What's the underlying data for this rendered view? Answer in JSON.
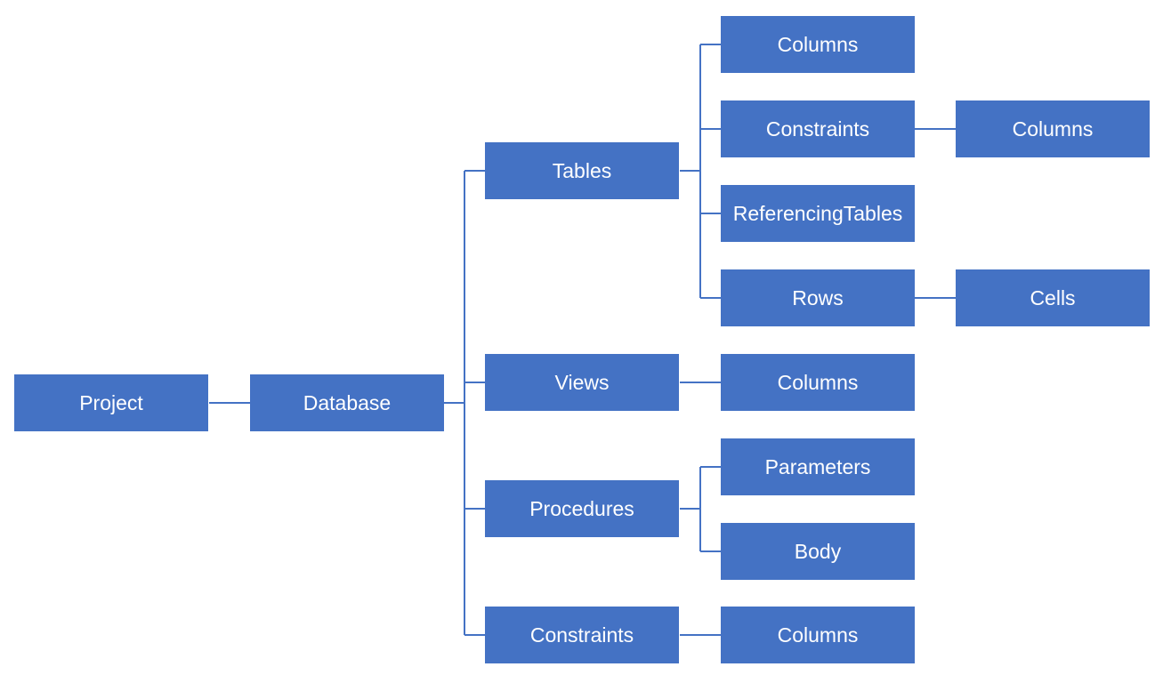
{
  "nodes": {
    "project": "Project",
    "database": "Database",
    "tables": "Tables",
    "views": "Views",
    "procedures": "Procedures",
    "constraints": "Constraints",
    "tables_columns": "Columns",
    "tables_constraints": "Constraints",
    "tables_constraints_columns": "Columns",
    "tables_referencing_tables": "ReferencingTables",
    "tables_rows": "Rows",
    "tables_rows_cells": "Cells",
    "views_columns": "Columns",
    "procedures_parameters": "Parameters",
    "procedures_body": "Body",
    "constraints_columns": "Columns"
  },
  "colors": {
    "node_fill": "#4472c4",
    "node_text": "#ffffff",
    "connector": "#4472c4",
    "background": "#ffffff"
  }
}
